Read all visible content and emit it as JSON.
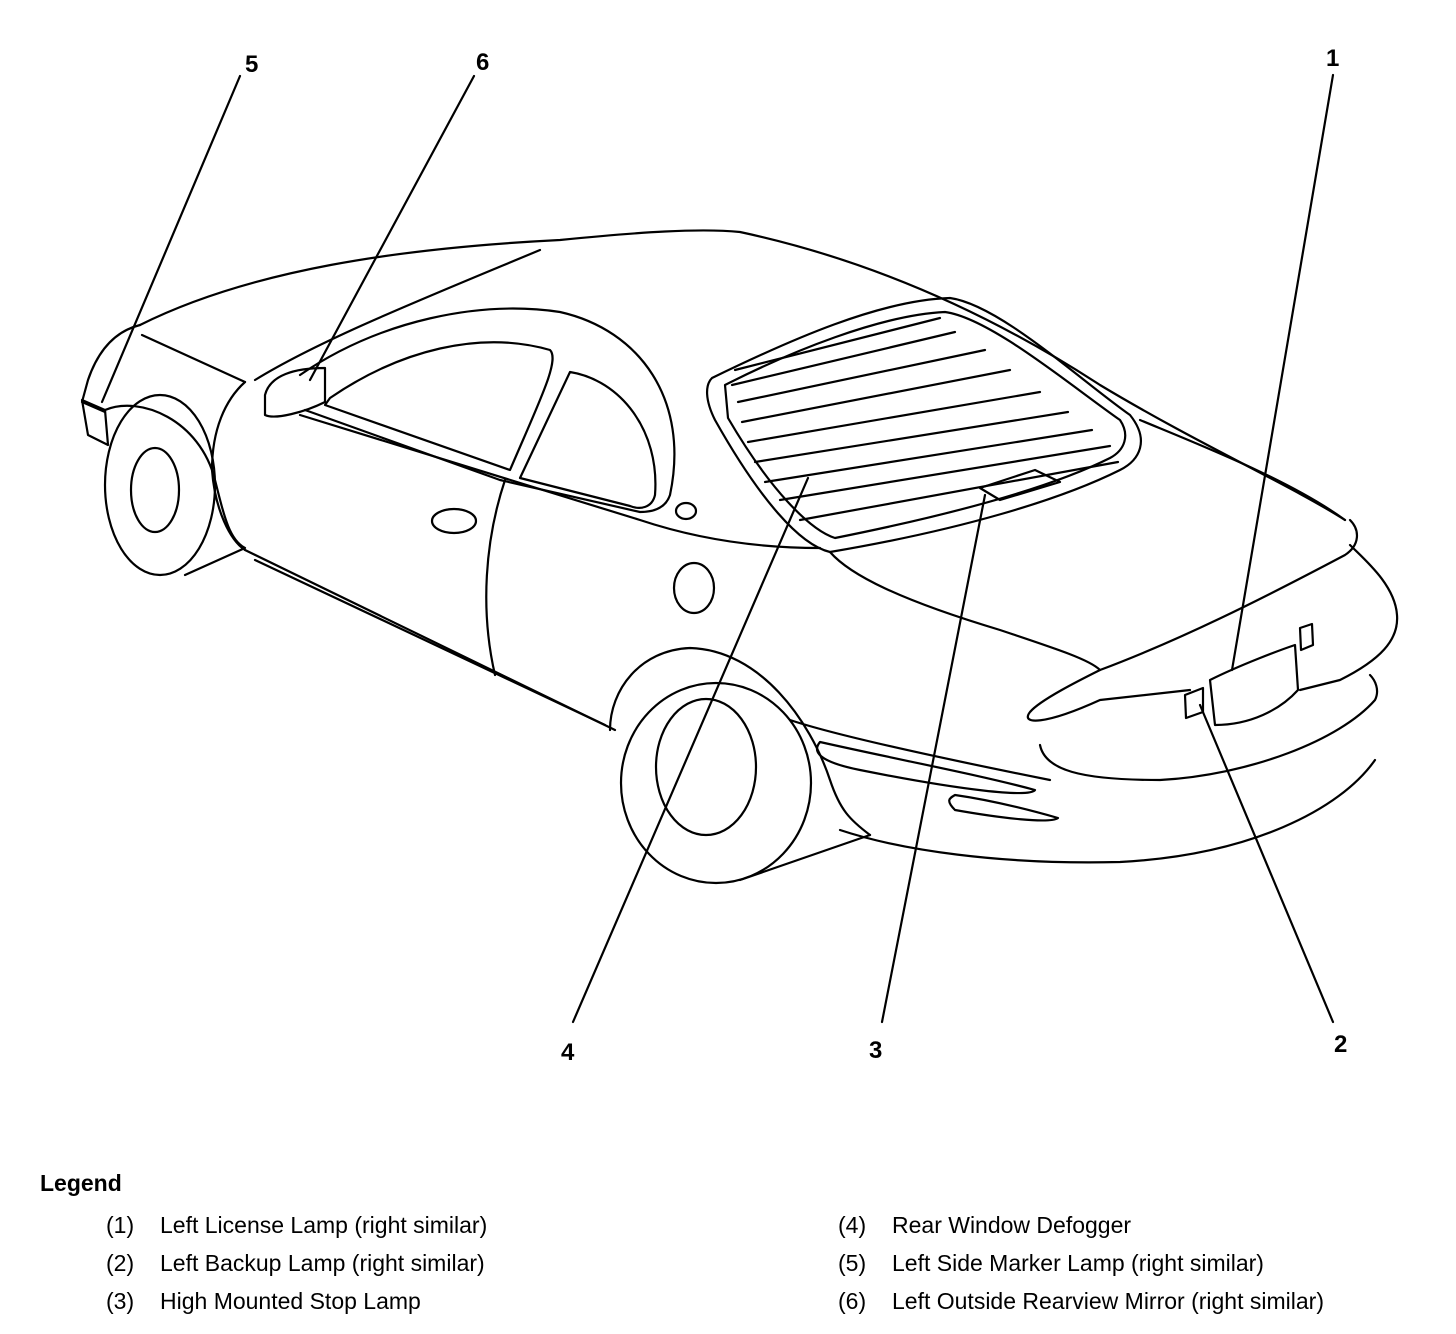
{
  "callouts": [
    "1",
    "2",
    "3",
    "4",
    "5",
    "6"
  ],
  "legend": {
    "title": "Legend",
    "items": [
      {
        "num": "(1)",
        "text": "Left License Lamp (right similar)"
      },
      {
        "num": "(2)",
        "text": "Left Backup Lamp (right similar)"
      },
      {
        "num": "(3)",
        "text": "High Mounted Stop Lamp"
      },
      {
        "num": "(4)",
        "text": "Rear Window Defogger"
      },
      {
        "num": "(5)",
        "text": "Left Side Marker Lamp (right similar)"
      },
      {
        "num": "(6)",
        "text": "Left Outside Rearview Mirror (right similar)"
      }
    ]
  }
}
